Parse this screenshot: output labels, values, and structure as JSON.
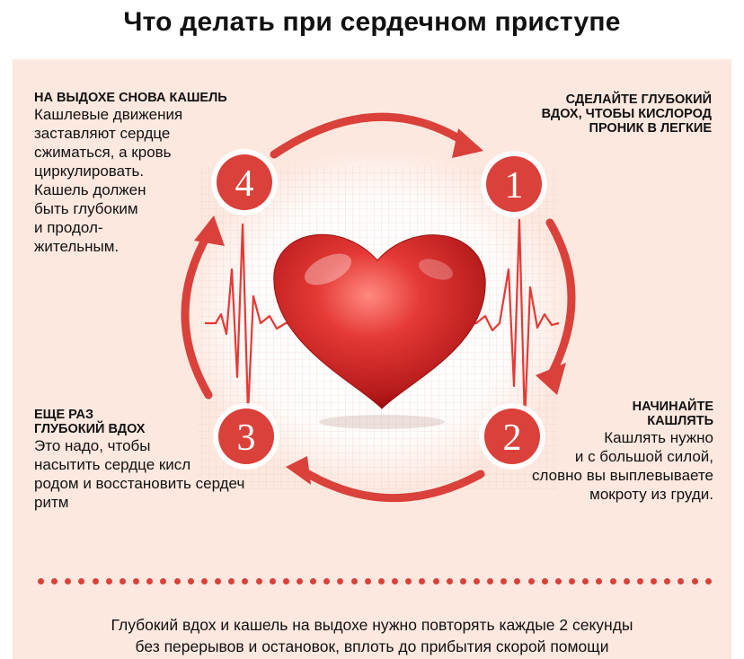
{
  "title": "Что делать при сердечном приступе",
  "steps": [
    {
      "number": "1",
      "heading_lines": [
        "СДЕЛАЙТЕ ГЛУБОКИЙ",
        "ВДОХ, ЧТОБЫ КИСЛОРОД",
        "ПРОНИК В ЛЕГКИЕ"
      ],
      "body_lines": []
    },
    {
      "number": "2",
      "heading_lines": [
        "НАЧИНАЙТЕ",
        "КАШЛЯТЬ"
      ],
      "body_lines": [
        "Кашлять нужно",
        "и с большой силой,",
        "словно вы выплевываете",
        "мокроту из груди."
      ]
    },
    {
      "number": "3",
      "heading_lines": [
        "ЕЩЕ РАЗ",
        "ГЛУБОКИЙ ВДОХ"
      ],
      "body_lines": [
        "Это надо, чтобы",
        "насытить сердце кисл",
        "родом и восстановить сердеч",
        "ритм"
      ]
    },
    {
      "number": "4",
      "heading_lines": [
        "НА ВЫДОХЕ СНОВА КАШЕЛЬ"
      ],
      "body_lines": [
        "Кашлевые движения",
        "заставляют сердце",
        "сжиматься, а кровь",
        "циркулировать.",
        "Кашель должен",
        "быть глубоким",
        "и продол-",
        "жительным."
      ]
    }
  ],
  "footer_lines": [
    "Глубокий вдох и кашель на выдохе нужно повторять каждые 2 секунды",
    "без перерывов и остановок, вплоть до прибытия скорой помощи"
  ],
  "colors": {
    "accent": "#d9413a",
    "panel": "#fde8df",
    "heart": "#d42a2a"
  },
  "icons": {
    "heart": "heart-icon",
    "arrow": "curved-arrow-icon",
    "ecg": "ecg-line-icon"
  }
}
